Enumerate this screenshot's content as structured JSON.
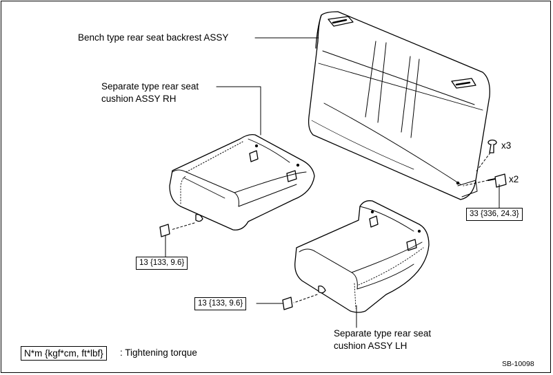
{
  "labels": {
    "backrest": "Bench type rear seat backrest ASSY",
    "cushion_rh_line1": "Separate type rear seat",
    "cushion_rh_line2": "cushion ASSY RH",
    "cushion_lh_line1": "Separate type rear seat",
    "cushion_lh_line2": "cushion ASSY LH",
    "qty_clip": "x3",
    "qty_bolt": "x2"
  },
  "torques": {
    "backrest_bolt": "33 {336, 24.3}",
    "rh_bolt": "13 {133, 9.6}",
    "lh_bolt": "13 {133, 9.6}"
  },
  "legend": {
    "unit_box": "N*m {kgf*cm, ft*lbf}",
    "description": ": Tightening torque"
  },
  "figure_code": "SB-10098"
}
